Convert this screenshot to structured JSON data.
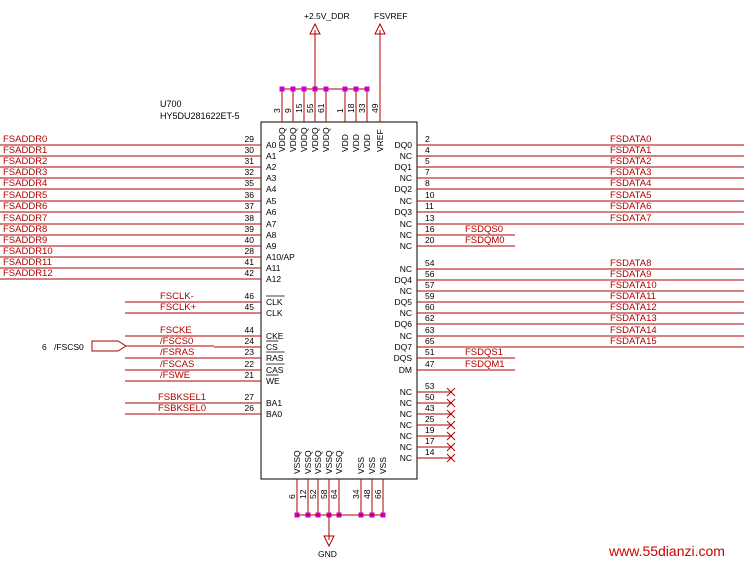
{
  "ic": {
    "ref": "U700",
    "part": "HY5DU281622ET-5"
  },
  "supplies": {
    "vddq_net": "+2.5V_DDR",
    "vref_net": "FSVREF",
    "gnd_net": "GND"
  },
  "offpage": {
    "num": "6",
    "net": "/FSCS0"
  },
  "watermark": "www.55dianzi.com",
  "top_pins": [
    {
      "num": "3",
      "name": "VDDQ"
    },
    {
      "num": "9",
      "name": "VDDQ"
    },
    {
      "num": "15",
      "name": "VDDQ"
    },
    {
      "num": "55",
      "name": "VDDQ"
    },
    {
      "num": "61",
      "name": "VDDQ"
    },
    {
      "num": "1",
      "name": "VDD"
    },
    {
      "num": "18",
      "name": "VDD"
    },
    {
      "num": "33",
      "name": "VDD"
    },
    {
      "num": "49",
      "name": "VREF"
    }
  ],
  "bottom_pins": [
    {
      "num": "6",
      "name": "VSSQ"
    },
    {
      "num": "12",
      "name": "VSSQ"
    },
    {
      "num": "52",
      "name": "VSSQ"
    },
    {
      "num": "58",
      "name": "VSSQ"
    },
    {
      "num": "64",
      "name": "VSSQ"
    },
    {
      "num": "34",
      "name": "VSS"
    },
    {
      "num": "48",
      "name": "VSS"
    },
    {
      "num": "66",
      "name": "VSS"
    }
  ],
  "left_pins": [
    {
      "num": "29",
      "name": "A0",
      "net": "FSADDR0"
    },
    {
      "num": "30",
      "name": "A1",
      "net": "FSADDR1"
    },
    {
      "num": "31",
      "name": "A2",
      "net": "FSADDR2"
    },
    {
      "num": "32",
      "name": "A3",
      "net": "FSADDR3"
    },
    {
      "num": "35",
      "name": "A4",
      "net": "FSADDR4"
    },
    {
      "num": "36",
      "name": "A5",
      "net": "FSADDR5"
    },
    {
      "num": "37",
      "name": "A6",
      "net": "FSADDR6"
    },
    {
      "num": "38",
      "name": "A7",
      "net": "FSADDR7"
    },
    {
      "num": "39",
      "name": "A8",
      "net": "FSADDR8"
    },
    {
      "num": "40",
      "name": "A9",
      "net": "FSADDR9"
    },
    {
      "num": "28",
      "name": "A10/AP",
      "net": "FSADDR10"
    },
    {
      "num": "41",
      "name": "A11",
      "net": "FSADDR11"
    },
    {
      "num": "42",
      "name": "A12",
      "net": "FSADDR12"
    },
    {
      "num": "46",
      "name": "CLK",
      "net": "FSCLK-",
      "bar": true
    },
    {
      "num": "45",
      "name": "CLK",
      "net": "FSCLK+"
    },
    {
      "num": "44",
      "name": "CKE",
      "net": "FSCKE"
    },
    {
      "num": "24",
      "name": "CS",
      "net": "/FSCS0",
      "bar": true
    },
    {
      "num": "23",
      "name": "RAS",
      "net": "/FSRAS",
      "bar": true
    },
    {
      "num": "22",
      "name": "CAS",
      "net": "/FSCAS",
      "bar": true
    },
    {
      "num": "21",
      "name": "WE",
      "net": "/FSWE",
      "bar": true
    },
    {
      "num": "27",
      "name": "BA1",
      "net": "FSBKSEL1"
    },
    {
      "num": "26",
      "name": "BA0",
      "net": "FSBKSEL0"
    }
  ],
  "right_pins": [
    {
      "num": "2",
      "name": "DQ0",
      "net": "FSDATA0"
    },
    {
      "num": "4",
      "name": "NC",
      "net": "FSDATA1"
    },
    {
      "num": "5",
      "name": "DQ1",
      "net": "FSDATA2"
    },
    {
      "num": "7",
      "name": "NC",
      "net": "FSDATA3"
    },
    {
      "num": "8",
      "name": "DQ2",
      "net": "FSDATA4"
    },
    {
      "num": "10",
      "name": "NC",
      "net": "FSDATA5"
    },
    {
      "num": "11",
      "name": "DQ3",
      "net": "FSDATA6"
    },
    {
      "num": "13",
      "name": "NC",
      "net": "FSDATA7"
    },
    {
      "num": "16",
      "name": "NC",
      "net": "FSDQS0"
    },
    {
      "num": "20",
      "name": "NC",
      "net": "FSDQM0"
    },
    {
      "num": "54",
      "name": "NC",
      "net": "FSDATA8"
    },
    {
      "num": "56",
      "name": "DQ4",
      "net": "FSDATA9"
    },
    {
      "num": "57",
      "name": "NC",
      "net": "FSDATA10"
    },
    {
      "num": "59",
      "name": "DQ5",
      "net": "FSDATA11"
    },
    {
      "num": "60",
      "name": "NC",
      "net": "FSDATA12"
    },
    {
      "num": "62",
      "name": "DQ6",
      "net": "FSDATA13"
    },
    {
      "num": "63",
      "name": "NC",
      "net": "FSDATA14"
    },
    {
      "num": "65",
      "name": "DQ7",
      "net": "FSDATA15"
    },
    {
      "num": "51",
      "name": "DQS",
      "net": "FSDQS1"
    },
    {
      "num": "47",
      "name": "DM",
      "net": "FSDQM1"
    },
    {
      "num": "53",
      "name": "NC",
      "net": ""
    },
    {
      "num": "50",
      "name": "NC",
      "net": ""
    },
    {
      "num": "43",
      "name": "NC",
      "net": ""
    },
    {
      "num": "25",
      "name": "NC",
      "net": ""
    },
    {
      "num": "19",
      "name": "NC",
      "net": ""
    },
    {
      "num": "17",
      "name": "NC",
      "net": ""
    },
    {
      "num": "14",
      "name": "NC",
      "net": ""
    }
  ]
}
